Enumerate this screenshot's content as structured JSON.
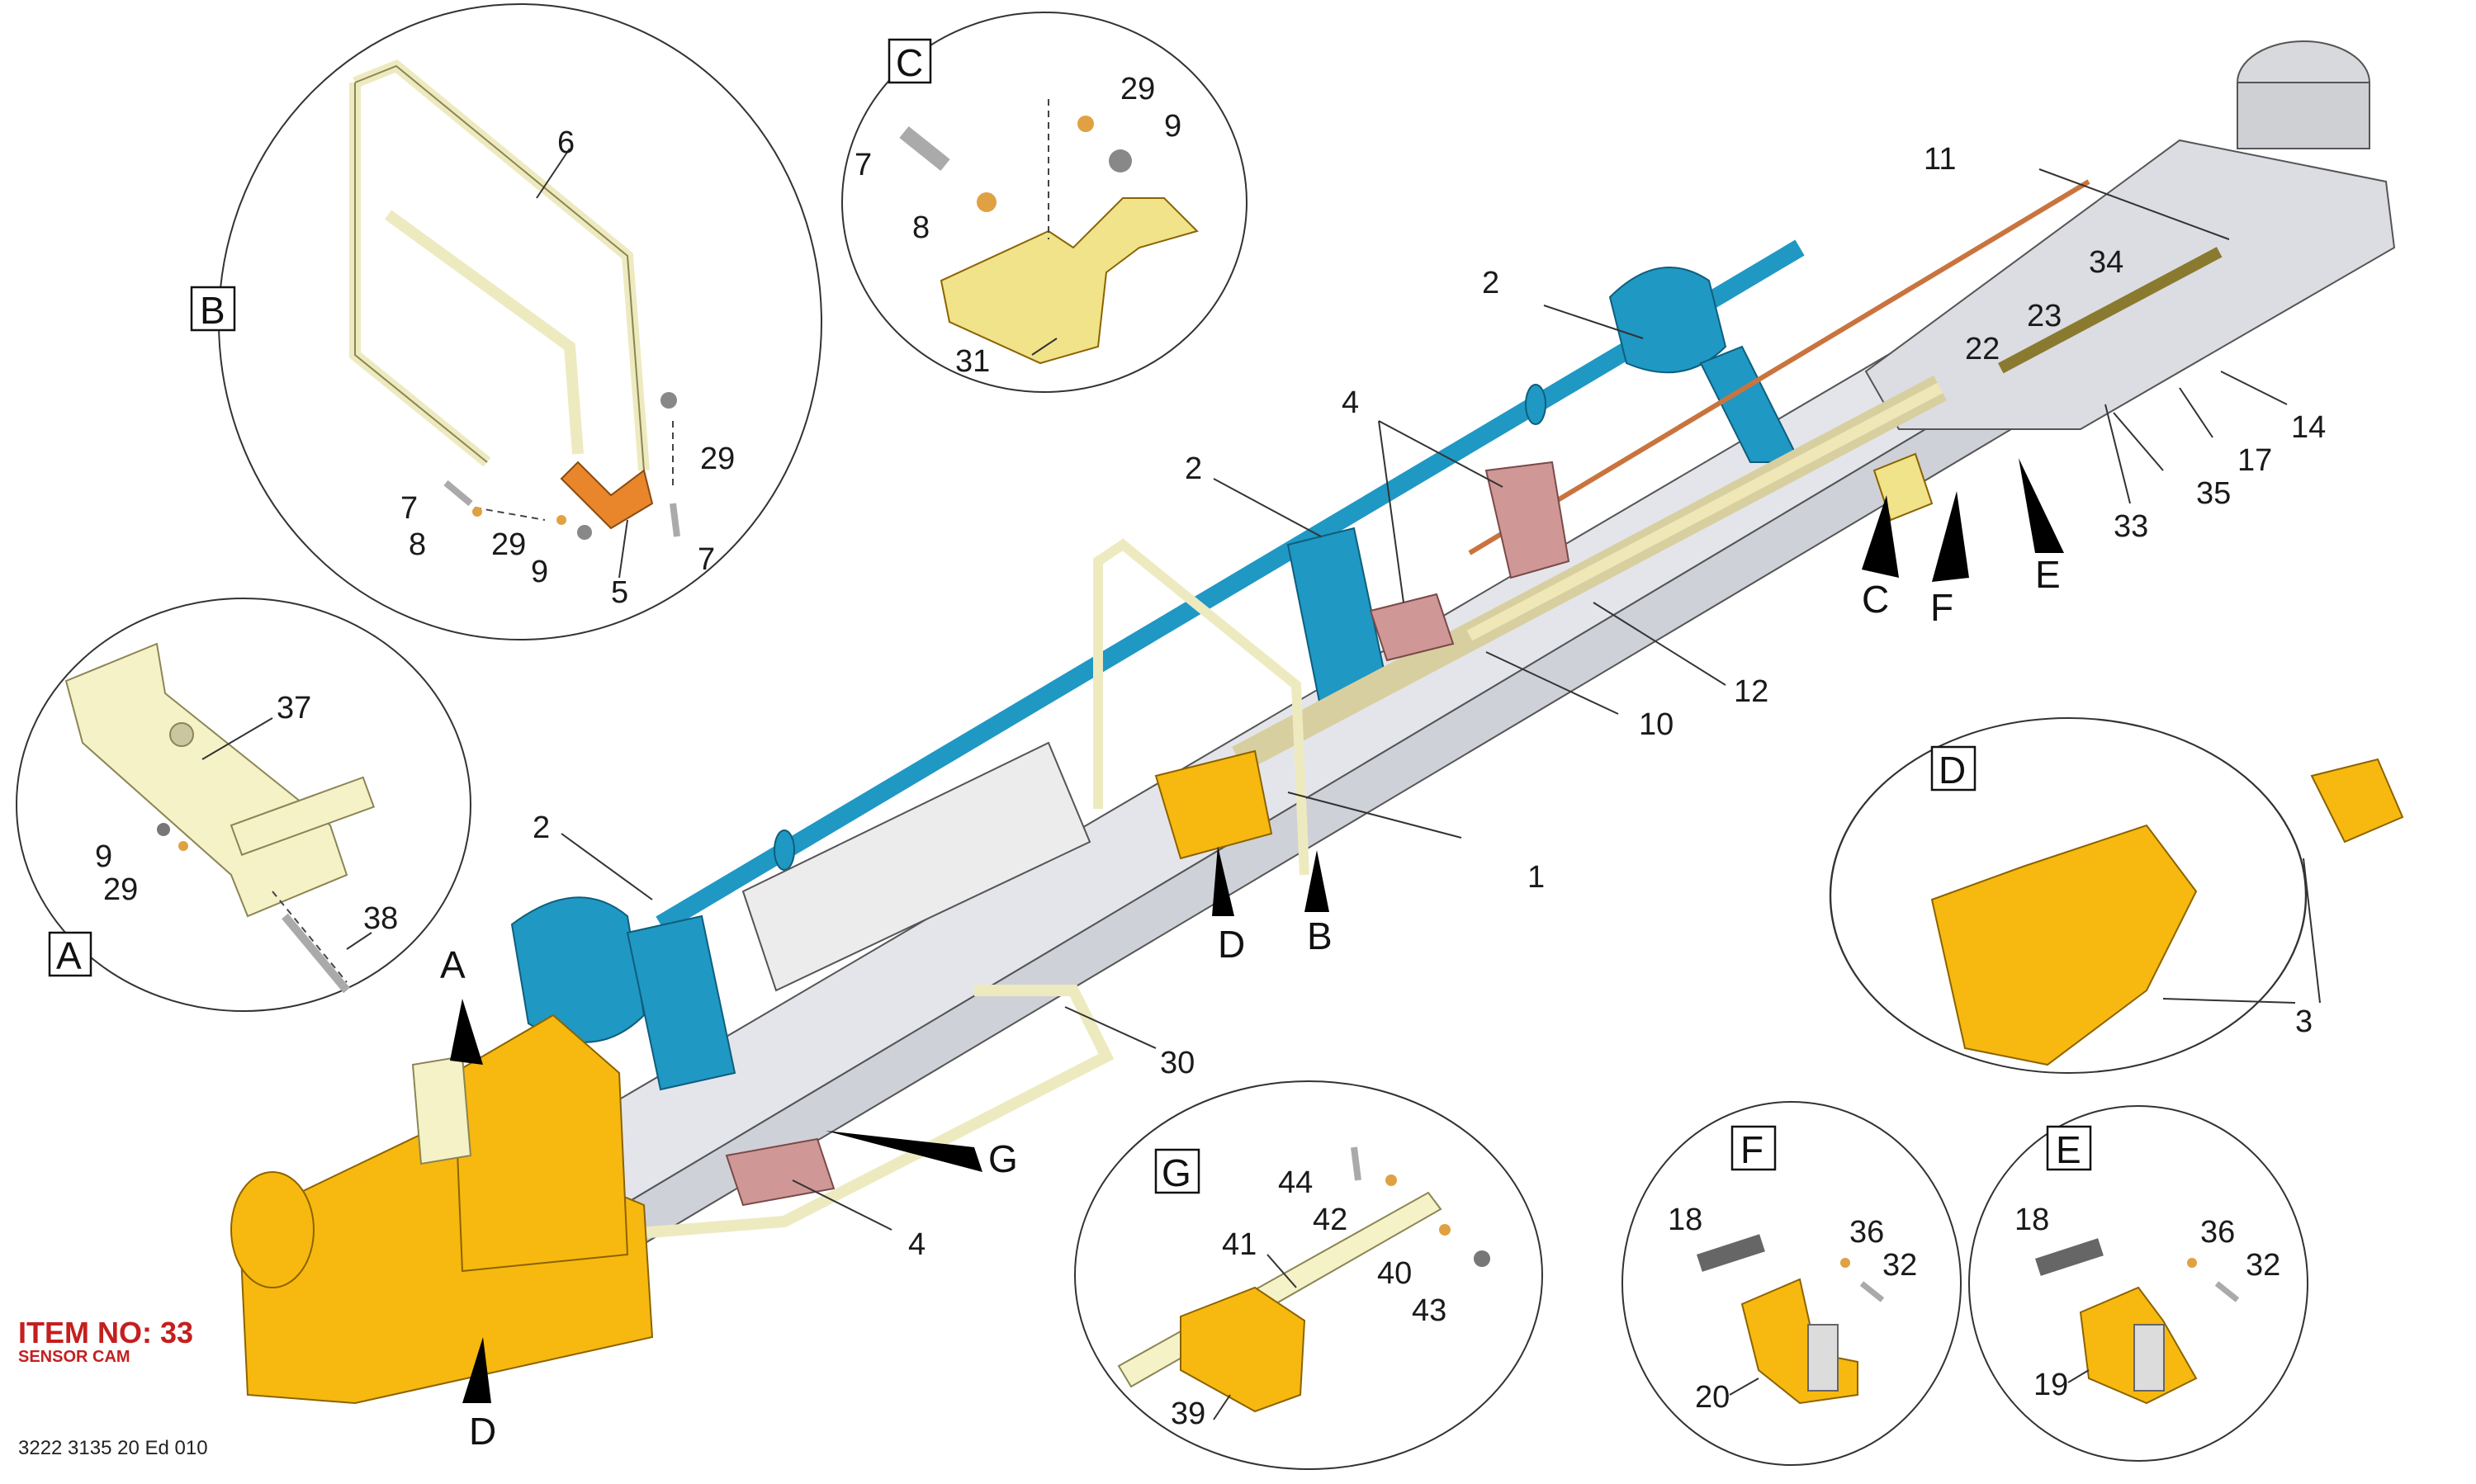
{
  "document": {
    "item_number": "ITEM NO: 33",
    "item_name": "SENSOR CAM",
    "reference": "3222 3135 20 Ed 010"
  },
  "colors": {
    "beam": "#e4e5ea",
    "feed_blue": "#1f98c4",
    "yellow": "#f7b90f",
    "cream": "#f5f2c8",
    "copper": "#c9743f",
    "pink": "#cf9795",
    "orange": "#e9862b"
  },
  "detail_labels": {
    "A": "A",
    "B": "B",
    "C": "C",
    "D": "D",
    "E": "E",
    "F": "F",
    "G": "G"
  },
  "callouts": {
    "c1": "1",
    "c2a": "2",
    "c2b": "2",
    "c2c": "2",
    "c3": "3",
    "c4a": "4",
    "c4b": "4",
    "c5": "5",
    "c6": "6",
    "c7a": "7",
    "c7b": "7",
    "c7c": "7",
    "c8a": "8",
    "c8b": "8",
    "c9a": "9",
    "c9b": "9",
    "c9c": "9",
    "c10": "10",
    "c11": "11",
    "c12": "12",
    "c14": "14",
    "c17": "17",
    "c18a": "18",
    "c18b": "18",
    "c19": "19",
    "c20": "20",
    "c22": "22",
    "c23": "23",
    "c29a": "29",
    "c29b": "29",
    "c29c": "29",
    "c29d": "29",
    "c30": "30",
    "c31": "31",
    "c32a": "32",
    "c32b": "32",
    "c33": "33",
    "c34": "34",
    "c35": "35",
    "c36a": "36",
    "c36b": "36",
    "c37": "37",
    "c38": "38",
    "c39": "39",
    "c40": "40",
    "c41": "41",
    "c42": "42",
    "c43": "43",
    "c44": "44"
  }
}
